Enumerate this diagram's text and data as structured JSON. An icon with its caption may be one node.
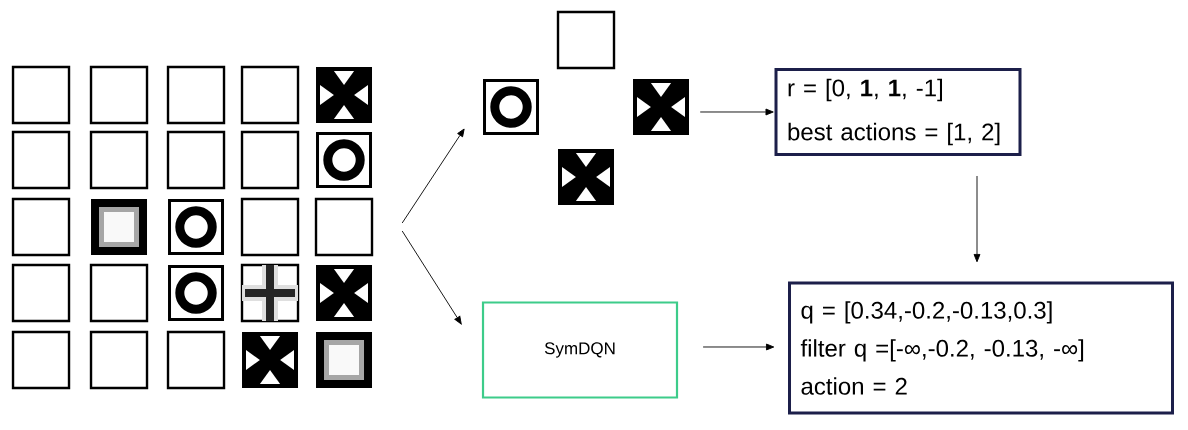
{
  "diagram": {
    "nodes": [
      {
        "text": [],
        "shape": "picture"
      },
      {
        "text": [],
        "shape": "picture"
      },
      {
        "text": [
          "SymDQN"
        ]
      },
      {
        "text": [
          "r = [0, **1**, **1**, -1]",
          "best actions = [1, 2]"
        ]
      },
      {
        "text": [
          "q = [0.34,-0.2,-0.13,0.3]",
          "filter q =[-∞,-0.2, -0.13, -∞]",
          "action = 2"
        ]
      }
    ],
    "edges": [
      {
        "from": 0,
        "to": 1,
        "arrow": "to"
      },
      {
        "from": 0,
        "to": 2,
        "arrow": "to"
      },
      {
        "from": 1,
        "to": 3,
        "arrow": "to"
      },
      {
        "from": 3,
        "to": 4,
        "arrow": "to"
      },
      {
        "from": 2,
        "to": 4,
        "arrow": "to"
      }
    ]
  }
}
